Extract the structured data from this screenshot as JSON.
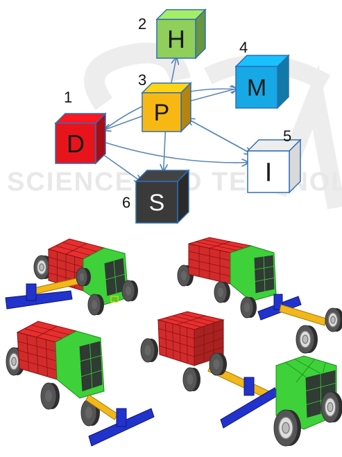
{
  "watermark": {
    "line1": "SCIENCE AND TECHNOLOGY"
  },
  "diagram": {
    "nodes": [
      {
        "id": "D",
        "number": "1",
        "letter": "D",
        "color": "#e8141c",
        "text_color": "#1a1a1a"
      },
      {
        "id": "H",
        "number": "2",
        "letter": "H",
        "color": "#8fcf5a",
        "text_color": "#1a1a1a"
      },
      {
        "id": "P",
        "number": "3",
        "letter": "P",
        "color": "#f8b814",
        "text_color": "#1a1a1a"
      },
      {
        "id": "M",
        "number": "4",
        "letter": "M",
        "color": "#17a8e6",
        "text_color": "#1a1a1a"
      },
      {
        "id": "I",
        "number": "5",
        "letter": "I",
        "color": "#ffffff",
        "text_color": "#1a1a1a"
      },
      {
        "id": "S",
        "number": "6",
        "letter": "S",
        "color": "#3a3a3a",
        "text_color": "#ffffff"
      }
    ],
    "edges": [
      {
        "from": "P",
        "to": "H"
      },
      {
        "from": "P",
        "to": "M"
      },
      {
        "from": "P",
        "to": "D"
      },
      {
        "from": "P",
        "to": "I"
      },
      {
        "from": "P",
        "to": "S"
      },
      {
        "from": "D",
        "to": "M"
      },
      {
        "from": "D",
        "to": "I"
      },
      {
        "from": "D",
        "to": "S"
      },
      {
        "from": "I",
        "to": "P"
      }
    ],
    "edge_color": "#5b86b8"
  },
  "models": {
    "colors": {
      "body_red": "#d22b2b",
      "cab_green": "#3ed13a",
      "window_dark": "#2f3b33",
      "axle_blue": "#2233cc",
      "link_yellow": "#f2b81a",
      "wheel_gray": "#555555",
      "hub_light": "#dddddd"
    },
    "icons": [
      "truck-model-icon",
      "truck-model-icon",
      "truck-model-icon",
      "truck-model-icon"
    ]
  }
}
